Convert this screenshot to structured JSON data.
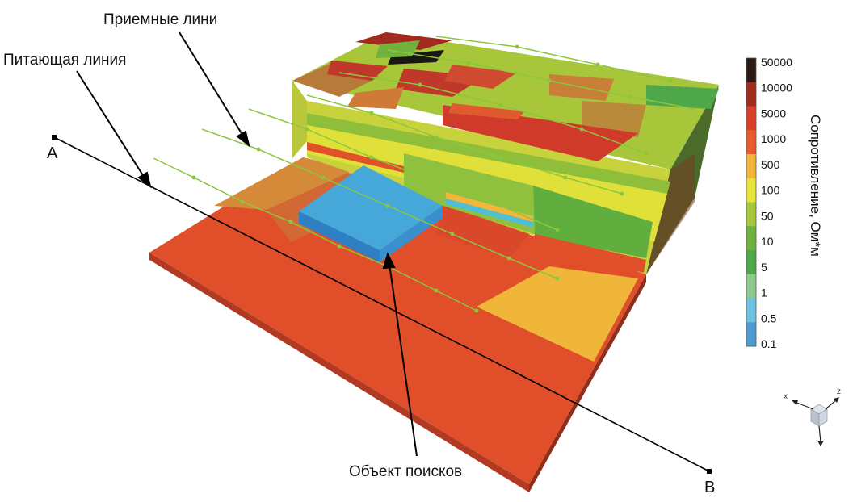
{
  "labels": {
    "feed_line": "Питающая линия",
    "receive_lines": "Приемные лини",
    "target": "Объект поисков",
    "point_a": "A",
    "point_b": "B"
  },
  "colorbar": {
    "title": "Сопротивление, Ом*м",
    "ticks": [
      "50000",
      "10000",
      "5000",
      "1000",
      "500",
      "100",
      "50",
      "10",
      "5",
      "1",
      "0.5",
      "0.1"
    ],
    "colors": [
      "#2b1a14",
      "#a32a1e",
      "#d9402a",
      "#ea5a2a",
      "#f2b73a",
      "#e8e43a",
      "#a6c83a",
      "#6fb33e",
      "#4ea84a",
      "#8ec98e",
      "#6ec3e0",
      "#4d9bd2"
    ]
  },
  "axes_triad": {
    "x": "x",
    "z": "z"
  },
  "colors": {
    "line": "#000000",
    "receiver": "#8cc63f"
  }
}
